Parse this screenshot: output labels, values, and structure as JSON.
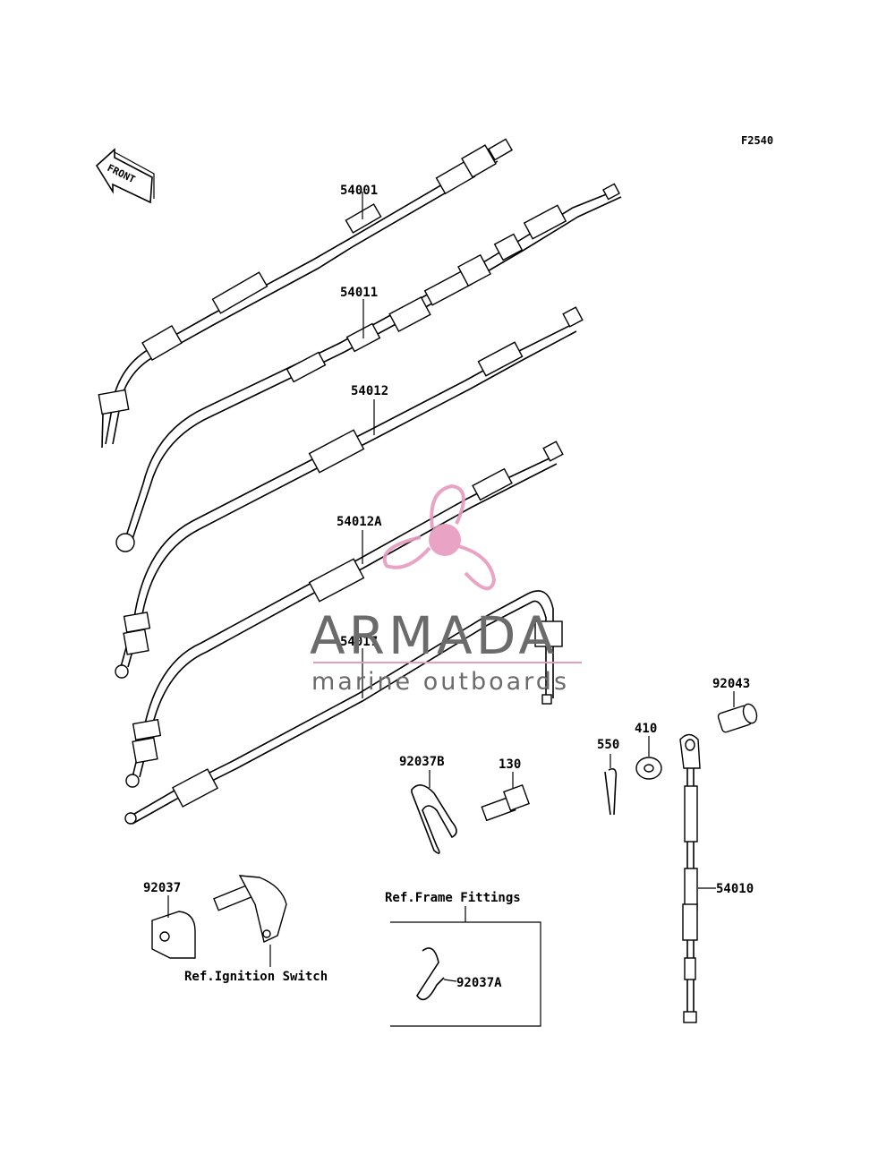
{
  "figure_code": "F2540",
  "front_arrow_text": "FRONT",
  "parts": {
    "p54001": "54001",
    "p54011": "54011",
    "p54012": "54012",
    "p54012A": "54012A",
    "p54017": "54017",
    "p92043": "92043",
    "p410": "410",
    "p550": "550",
    "p92037B": "92037B",
    "p130": "130",
    "p54010": "54010",
    "p92037": "92037",
    "p92037A": "92037A"
  },
  "references": {
    "frame_fittings": "Ref.Frame Fittings",
    "ignition_switch": "Ref.Ignition Switch"
  },
  "watermark": {
    "brand": "ARMADA",
    "tagline": "marine outboards",
    "logo_color": "#e79bbf",
    "text_color": "#6b6b6b"
  }
}
